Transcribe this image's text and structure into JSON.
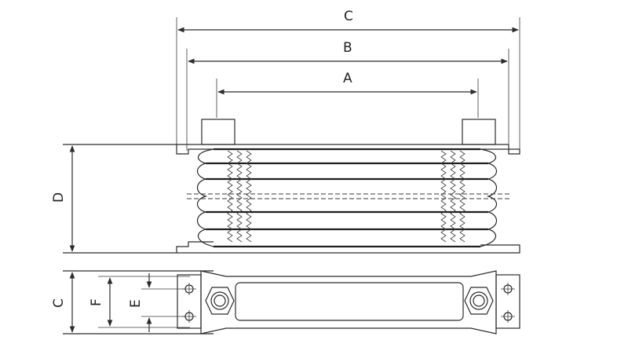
{
  "labels": {
    "dim_c_top": "C",
    "dim_b": "B",
    "dim_a": "A",
    "dim_d": "D",
    "dim_c_side": "C",
    "dim_f": "F",
    "dim_e": "E"
  },
  "colors": {
    "line": "#2b2b2b",
    "background": "#ffffff"
  }
}
